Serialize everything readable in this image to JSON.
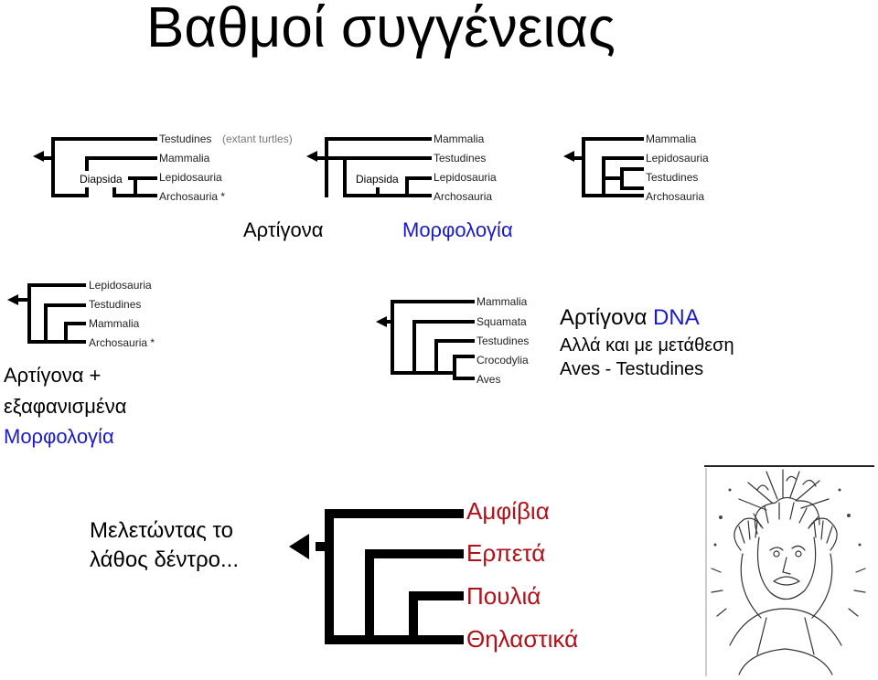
{
  "title": "Βαθμοί συγγένειας",
  "colors": {
    "blue": "#1a1ac8",
    "red": "#b2101a",
    "branch": "#000000"
  },
  "tree1": {
    "leaves": [
      "Testudines",
      "Mammalia",
      "Lepidosauria",
      "Archosauria *"
    ],
    "note": "(extant turtles)",
    "box_label": "Diapsida"
  },
  "tree2": {
    "leaves": [
      "Mammalia",
      "Testudines",
      "Lepidosauria",
      "Archosauria"
    ],
    "box_label": "Diapsida"
  },
  "tree3": {
    "leaves": [
      "Mammalia",
      "Lepidosauria",
      "Testudines",
      "Archosauria"
    ]
  },
  "captions": {
    "living": "Αρτίγονα",
    "morphology": "Μορφολογία",
    "extinct_line1": "Αρτίγονα +",
    "extinct_line2": "εξαφανισμένα",
    "extinct_line3": "Μορφολογία",
    "dna_prefix": "Αρτίγονα ",
    "dna_word": "DNA",
    "dna_line2": "Αλλά και με μετάθεση",
    "dna_line3": "Aves - Testudines",
    "wrong_line1": "Μελετώντας το",
    "wrong_line2": "λάθος δέντρο..."
  },
  "tree4": {
    "leaves": [
      "Lepidosauria",
      "Testudines",
      "Mammalia",
      "Archosauria *"
    ]
  },
  "tree5": {
    "leaves": [
      "Mammalia",
      "Squamata",
      "Testudines",
      "Crocodylia",
      "Aves"
    ]
  },
  "tree6": {
    "leaves": [
      "Αμφίβια",
      "Ερπετά",
      "Πουλιά",
      "Θηλαστικά"
    ]
  },
  "illustration": {
    "icon": "frustrated-man-pulling-hair-icon"
  }
}
